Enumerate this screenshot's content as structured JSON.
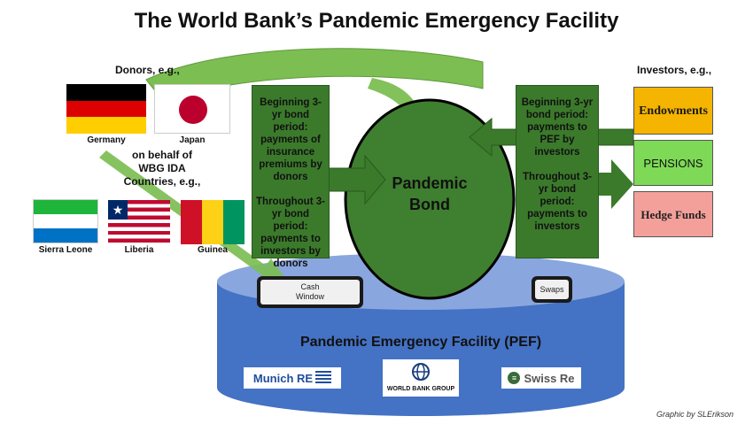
{
  "title": "The World Bank’s Pandemic Emergency Facility",
  "donors": {
    "heading": "Donors, e.g.,",
    "germany": "Germany",
    "japan": "Japan",
    "behalf_line1": "on behalf of",
    "behalf_line2": "WBG IDA",
    "behalf_line3": "Countries, e.g.,",
    "sierra_leone": "Sierra Leone",
    "liberia": "Liberia",
    "guinea": "Guinea"
  },
  "investors": {
    "heading": "Investors, e.g.,",
    "endowments": "Endowments",
    "pensions": "PENSIONS",
    "hedge_funds": "Hedge Funds"
  },
  "left_box": {
    "para1": "Beginning 3-yr bond period: payments of insurance premiums by donors",
    "para2": "Throughout 3-yr bond period: payments to investors by donors"
  },
  "right_box": {
    "para1": "Beginning 3-yr bond period: payments to PEF by investors",
    "para2": "Throughout 3-yr bond period: payments to investors"
  },
  "bond": {
    "line1": "Pandemic",
    "line2": "Bond"
  },
  "pef": {
    "title": "Pandemic Emergency Facility (PEF)",
    "cash_window_line1": "Cash",
    "cash_window_line2": "Window",
    "swaps": "Swaps"
  },
  "logos": {
    "munich_re": "Munich RE",
    "world_bank": "WORLD BANK GROUP",
    "swiss_re": "Swiss Re"
  },
  "credit": "Graphic by SLErikson",
  "colors": {
    "arrow_green": "#7cbe52",
    "box_green": "#3b7a2b",
    "bond_green": "#3f7f30",
    "pef_blue": "#4472c4",
    "pef_top": "#8aa6de",
    "endowments": "#f4b400",
    "pensions": "#7ed957",
    "hedge_funds": "#f4a09a"
  }
}
